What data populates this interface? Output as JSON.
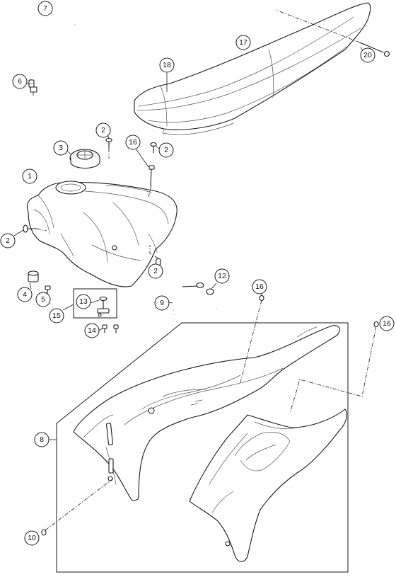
{
  "callouts": [
    {
      "id": "c7",
      "label": "7"
    },
    {
      "id": "c6",
      "label": "6"
    },
    {
      "id": "c17",
      "label": "17"
    },
    {
      "id": "c20",
      "label": "20"
    },
    {
      "id": "c18",
      "label": "18"
    },
    {
      "id": "c2a",
      "label": "2"
    },
    {
      "id": "c3",
      "label": "3"
    },
    {
      "id": "c16a",
      "label": "16"
    },
    {
      "id": "c2b",
      "label": "2"
    },
    {
      "id": "c1",
      "label": "1"
    },
    {
      "id": "c2c",
      "label": "2"
    },
    {
      "id": "c2d",
      "label": "2"
    },
    {
      "id": "c12",
      "label": "12"
    },
    {
      "id": "c9",
      "label": "9"
    },
    {
      "id": "c4",
      "label": "4"
    },
    {
      "id": "c5",
      "label": "5"
    },
    {
      "id": "c13",
      "label": "13"
    },
    {
      "id": "c15",
      "label": "15"
    },
    {
      "id": "c16b",
      "label": "16"
    },
    {
      "id": "c16c",
      "label": "16"
    },
    {
      "id": "c14",
      "label": "14"
    },
    {
      "id": "c8",
      "label": "8"
    },
    {
      "id": "c10",
      "label": "10"
    }
  ]
}
